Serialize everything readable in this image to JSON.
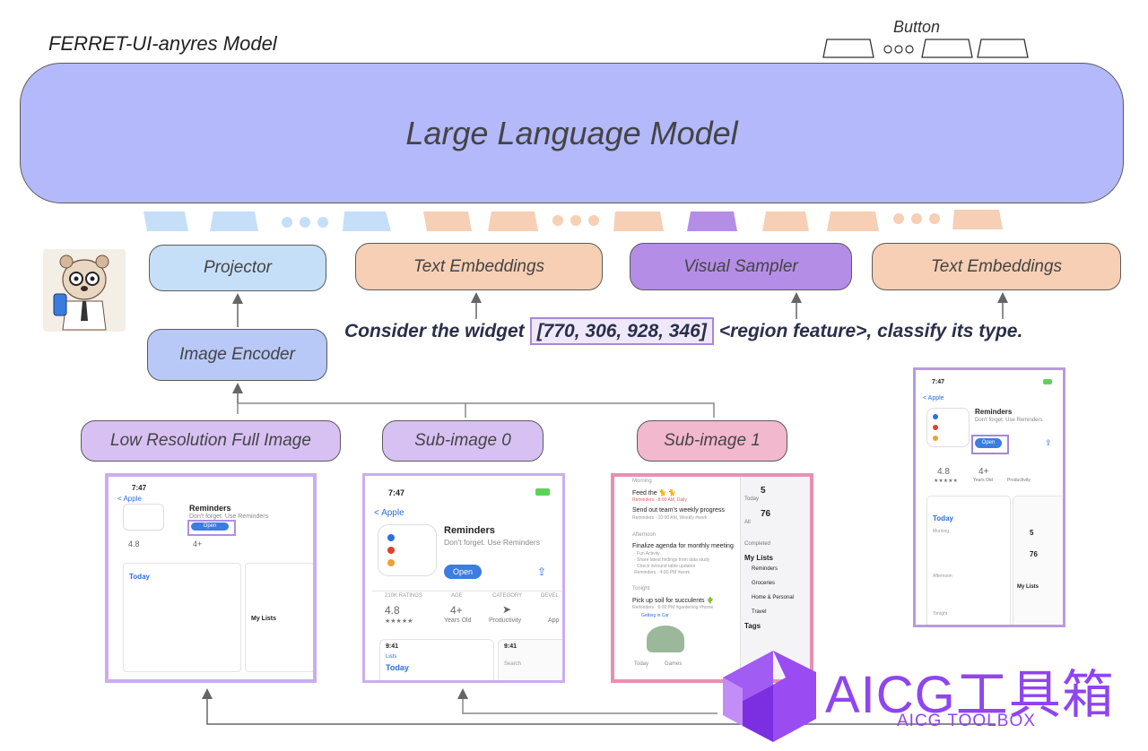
{
  "title": "FERRET-UI-anyres Model",
  "button_label": "Button",
  "llm_label": "Large Language Model",
  "modules": {
    "projector": "Projector",
    "text_embeddings_1": "Text Embeddings",
    "visual_sampler": "Visual Sampler",
    "text_embeddings_2": "Text Embeddings",
    "image_encoder": "Image Encoder"
  },
  "query": {
    "prefix": "Consider the widget",
    "coords": "[770, 306, 928, 346]",
    "suffix": "<region feature>, classify its type."
  },
  "inputs": {
    "low_res": "Low Resolution Full Image",
    "sub0": "Sub-image 0",
    "sub1": "Sub-image 1"
  },
  "app": {
    "time": "7:47",
    "back": "Apple",
    "name": "Reminders",
    "subtitle": "Don't forget. Use Reminders",
    "open": "Open",
    "ratings_label": "210K RATINGS",
    "rating": "4.8",
    "stars": "★★★★★",
    "age_label": "AGE",
    "age": "4+",
    "age_sub": "Years Old",
    "category_label": "CATEGORY",
    "category": "Productivity",
    "dev_label": "DEVEL",
    "dev_short": "App",
    "time2": "9:41",
    "lists": "Lists",
    "today": "Today",
    "search": "Search",
    "tabs": [
      "Today",
      "Games"
    ],
    "morning": "Morning",
    "task1": "Feed the 🐈 🐈",
    "task1_sub": "Reminders · 8:00 AM, Daily",
    "task2": "Send out team's weekly progress",
    "task2_sub": "Reminders · 10:00 AM, Weekly #work",
    "afternoon": "Afternoon",
    "task3": "Finalize agenda for monthly meeting",
    "task3_sub1": "· Fun Activity",
    "task3_sub2": "· Share latest findings from data study",
    "task3_sub3": "· Check in/round table updates",
    "task3_sub4": "Reminders · 4:00 PM #work",
    "tonight": "Tonight",
    "task4": "Pick up soil for succulents 🌵",
    "task4_sub": "Reminders · 6:00 PM #gardening #home",
    "getting": "Getting in Car",
    "stat_today_n": "5",
    "stat_today": "Today",
    "stat_all_n": "76",
    "stat_all": "All",
    "stat_completed": "Completed",
    "my_lists": "My Lists",
    "list_items": [
      "Reminders",
      "Groceries",
      "Home & Personal",
      "Travel"
    ],
    "tags": "Tags"
  },
  "watermark": {
    "big": "AICG工具箱",
    "small": "AICG TOOLBOX"
  },
  "colors": {
    "llm": "#b3b9fb",
    "token_blue": "#c6dff8",
    "token_peach": "#f6cfb4",
    "token_purple": "#b48de6",
    "highlight": "#a488d9",
    "watermark": "#8f45f0"
  }
}
